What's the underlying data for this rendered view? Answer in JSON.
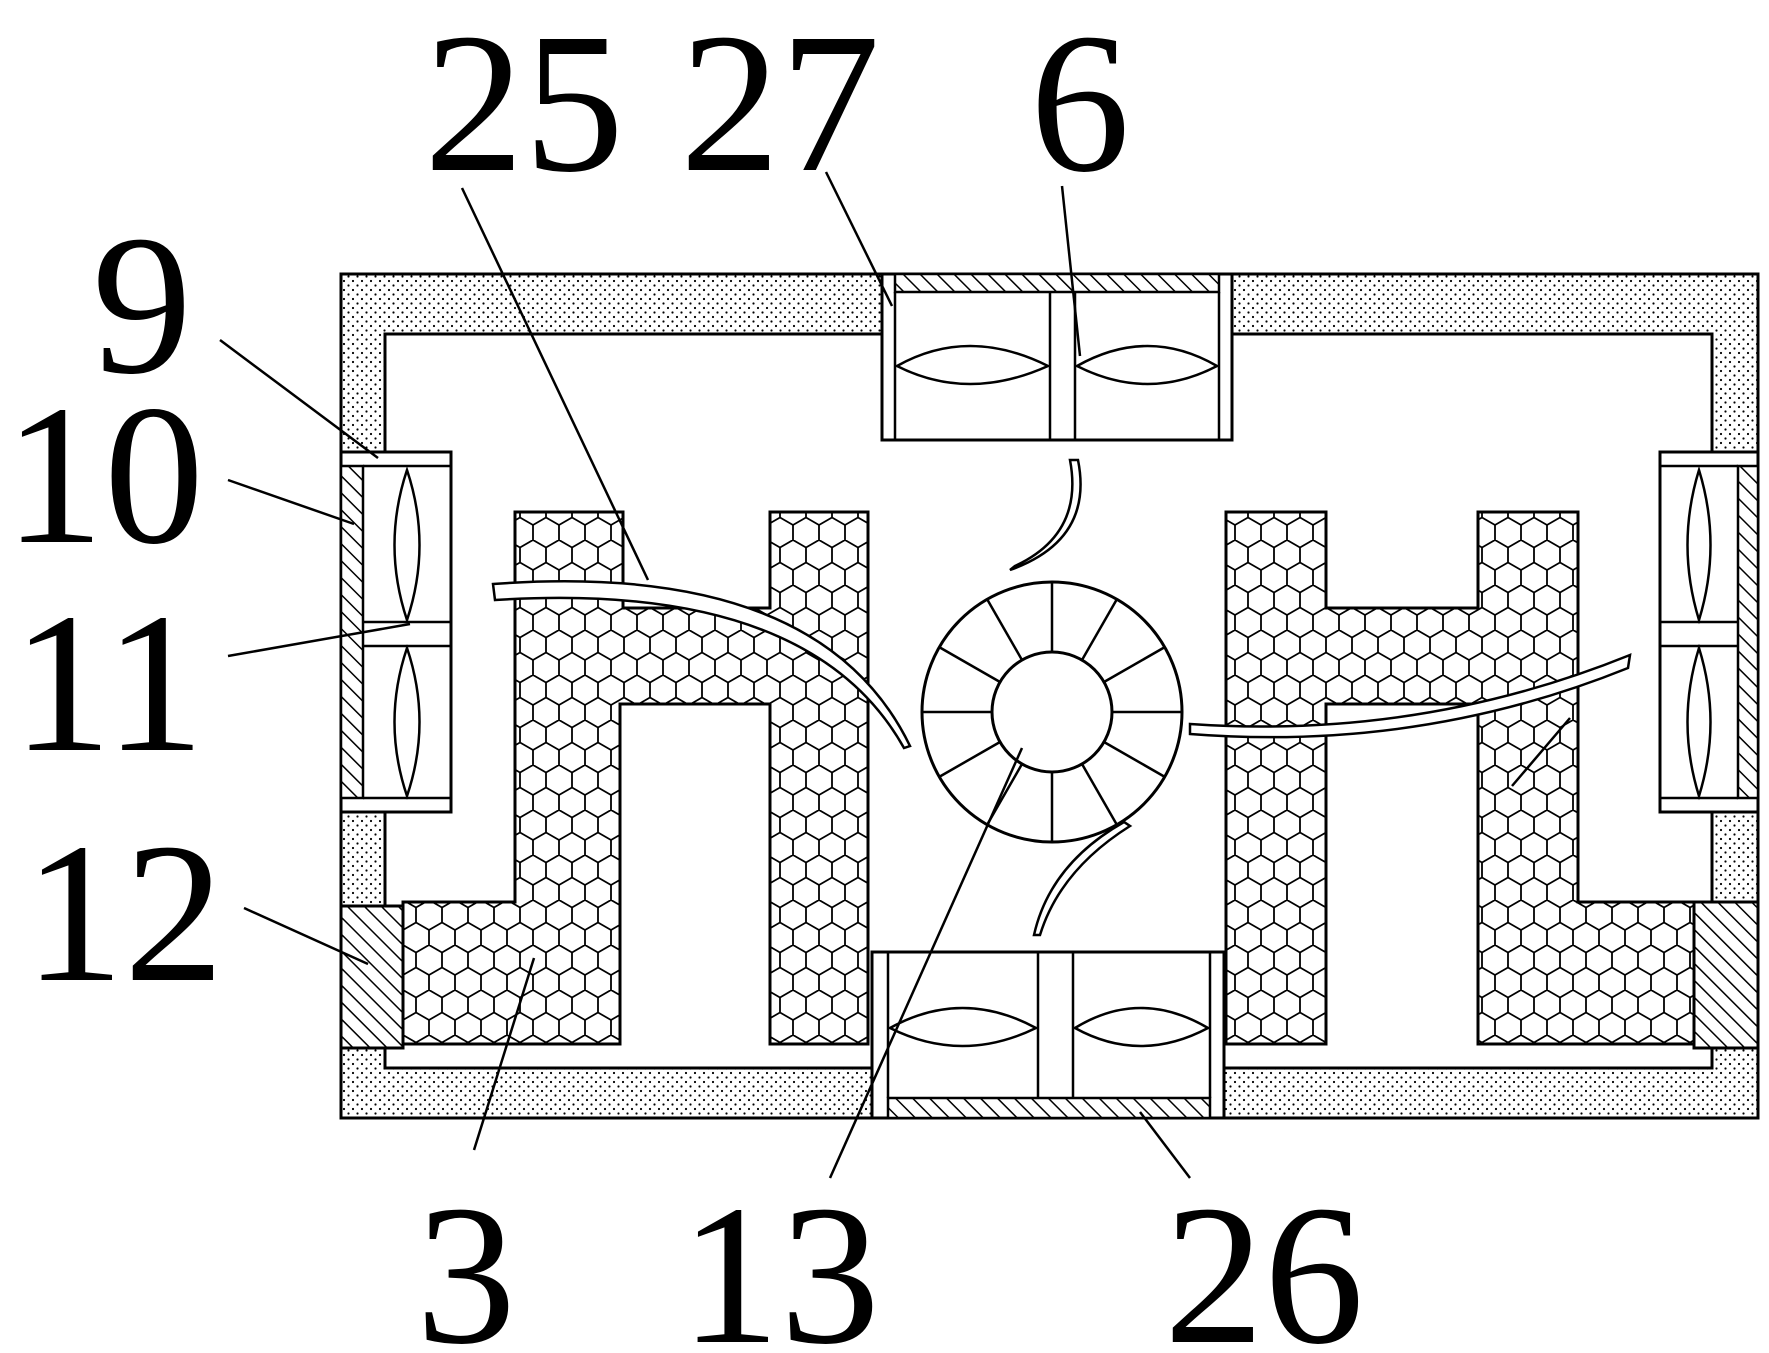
{
  "labels": {
    "l25": "25",
    "l27": "27",
    "l6": "6",
    "l9": "9",
    "l10": "10",
    "l11": "11",
    "l12": "12",
    "l3": "3",
    "l13": "13",
    "l26": "26"
  }
}
